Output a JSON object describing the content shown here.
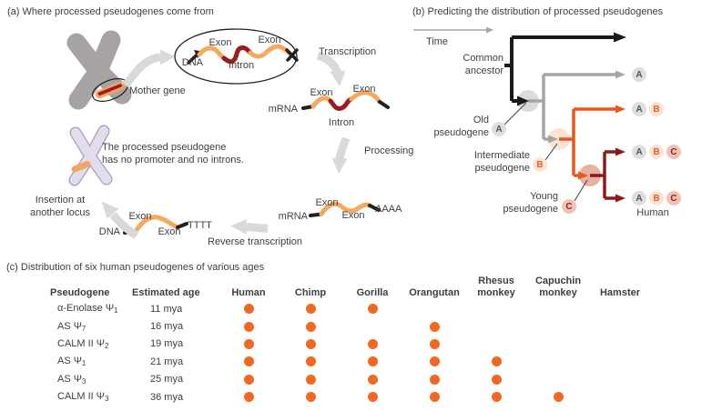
{
  "colors": {
    "text": "#3E3D40",
    "orange": "#EE5B22",
    "dot_orange": "#F26822",
    "exon_orange": "#F4A95F",
    "dark_red": "#9B1C1F",
    "maroon": "#8B1A1B",
    "branch_gray": "#A8A4A5",
    "arrow_gray": "#D8D9DB",
    "chromosome_gray": "#A7A2A4",
    "chromosome_purple": "#E3DCEC"
  },
  "panel_a": {
    "title": "(a) Where processed pseudogenes come from",
    "labels": {
      "mother_gene": "Mother gene",
      "dna": "DNA",
      "mrna": "mRNA",
      "exon": "Exon",
      "intron": "Intron",
      "transcription": "Transcription",
      "processing": "Processing",
      "reverse_transcription": "Reverse transcription",
      "insertion_line1": "Insertion at",
      "insertion_line2": "another locus",
      "note_line1": "The processed pseudogene",
      "note_line2": "has no promoter and no introns.",
      "poly_a": "AAAA",
      "poly_t": "TTTT"
    }
  },
  "panel_b": {
    "title": "(b) Predicting the distribution of processed pseudogenes",
    "time_label": "Time",
    "common_ancestor_line1": "Common",
    "common_ancestor_line2": "ancestor",
    "markers": [
      {
        "id": "A",
        "label_line1": "Old",
        "label_line2": "pseudogene"
      },
      {
        "id": "B",
        "label_line1": "Intermediate",
        "label_line2": "pseudogene"
      },
      {
        "id": "C",
        "label_line1": "Young",
        "label_line2": "pseudogene"
      }
    ],
    "tips": [
      {
        "chips": [
          "A"
        ]
      },
      {
        "chips": [
          "A",
          "B"
        ]
      },
      {
        "chips": [
          "A",
          "B",
          "C"
        ]
      },
      {
        "chips": [
          "A",
          "B",
          "C"
        ],
        "caption": "Human"
      }
    ]
  },
  "panel_c": {
    "title": "(c) Distribution of six human pseudogenes of various ages",
    "columns": [
      "Pseudogene",
      "Estimated age",
      "Human",
      "Chimp",
      "Gorilla",
      "Orangutan",
      "Rhesus monkey",
      "Capuchin monkey",
      "Hamster"
    ],
    "rows": [
      {
        "name": "α-Enolase Ψ",
        "sub": "1",
        "age": "11 mya",
        "dots": [
          1,
          1,
          1,
          0,
          0,
          0,
          0
        ]
      },
      {
        "name": "AS Ψ",
        "sub": "7",
        "age": "16 mya",
        "dots": [
          1,
          1,
          0,
          1,
          0,
          0,
          0
        ]
      },
      {
        "name": "CALM II Ψ",
        "sub": "2",
        "age": "19 mya",
        "dots": [
          1,
          1,
          1,
          1,
          0,
          0,
          0
        ]
      },
      {
        "name": "AS Ψ",
        "sub": "1",
        "age": "21 mya",
        "dots": [
          1,
          1,
          1,
          1,
          1,
          0,
          0
        ]
      },
      {
        "name": "AS Ψ",
        "sub": "3",
        "age": "25 mya",
        "dots": [
          1,
          1,
          1,
          1,
          1,
          0,
          0
        ]
      },
      {
        "name": "CALM II Ψ",
        "sub": "3",
        "age": "36 mya",
        "dots": [
          1,
          1,
          1,
          1,
          1,
          1,
          0
        ]
      }
    ]
  }
}
